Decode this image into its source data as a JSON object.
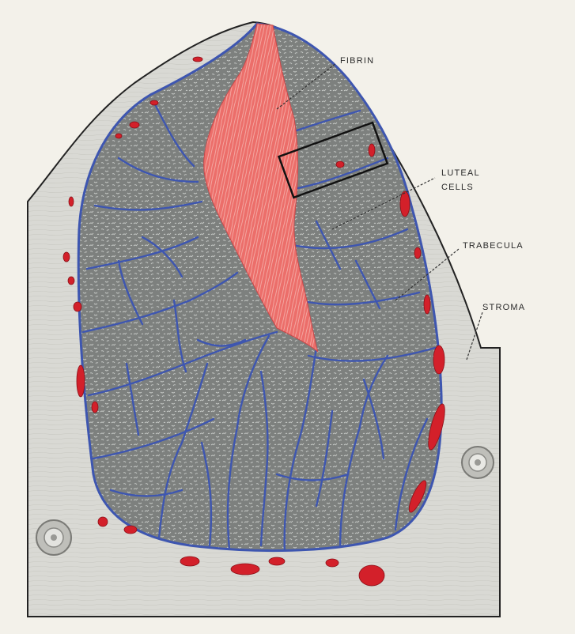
{
  "labels": {
    "fibrin": "FIBRIN",
    "luteal_line1": "LUTEAL",
    "luteal_line2": "CELLS",
    "trabecula": "TRABECULA",
    "stroma": "STROMA"
  },
  "colors": {
    "page": "#f3f1ea",
    "stroma": "#d9d9d4",
    "stroma_edge": "#222222",
    "luteal_cells": "#7d807e",
    "luteal_speckle": "#c9ccc9",
    "trabecula": "#3e56b0",
    "fibrin": "#ec6e6a",
    "fibrin_streak": "#f5b3ad",
    "blood_vessel": "#d3202a",
    "leader_line": "#333333"
  }
}
